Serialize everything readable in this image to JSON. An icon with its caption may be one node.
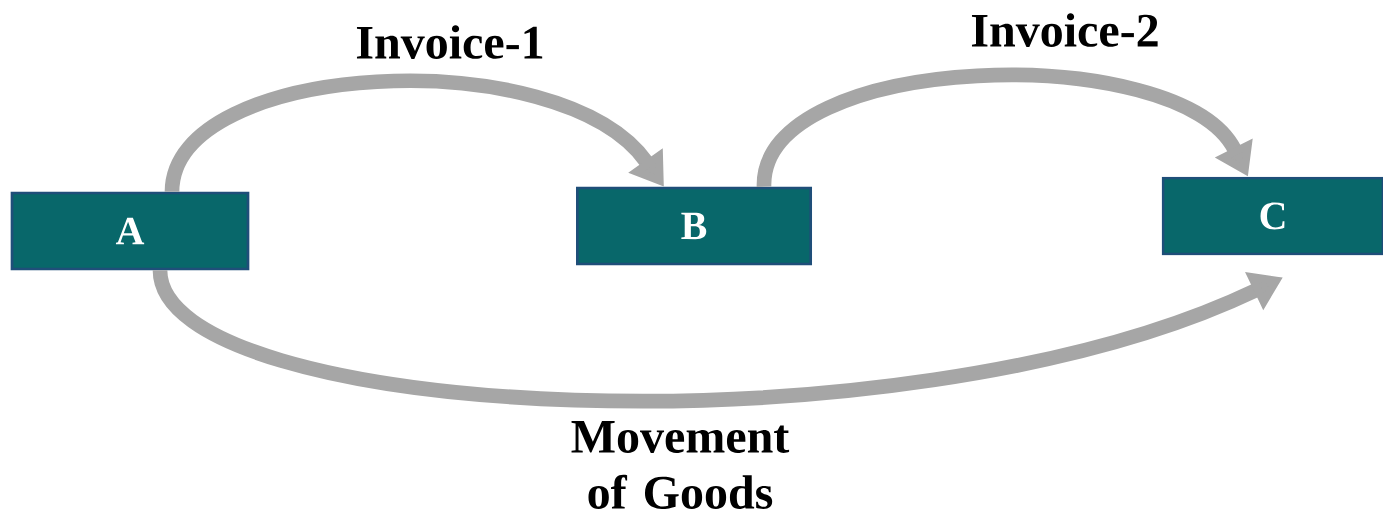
{
  "diagram": {
    "nodes": [
      {
        "text": [
          "A"
        ]
      },
      {
        "text": [
          "B"
        ]
      },
      {
        "text": [
          "C"
        ]
      }
    ],
    "edges": [
      {
        "from": 0,
        "to": 1,
        "arrow": "to",
        "label": "Invoice-1"
      },
      {
        "from": 1,
        "to": 2,
        "arrow": "to",
        "label": "Invoice-2"
      },
      {
        "from": 0,
        "to": 2,
        "arrow": "to",
        "label": "Movement of Goods"
      }
    ]
  }
}
